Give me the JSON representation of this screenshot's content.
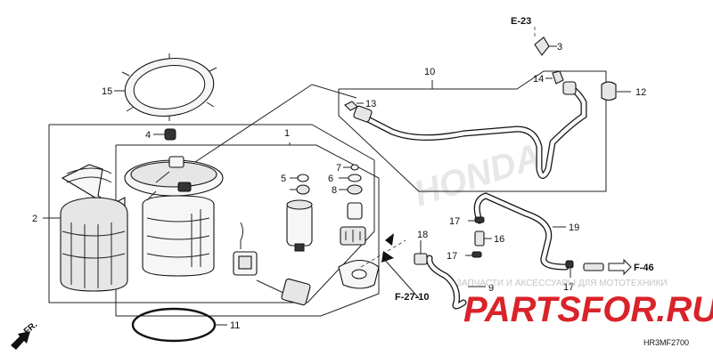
{
  "diagram": {
    "code": "HR3MF2700",
    "front_label": "FR.",
    "refs": {
      "e23": "E-23",
      "f46": "F-46",
      "f2710": "F-27-10"
    },
    "callouts": {
      "n1": "1",
      "n2": "2",
      "n3": "3",
      "n4": "4",
      "n5": "5",
      "n6": "6",
      "n7": "7",
      "n8": "8",
      "n9": "9",
      "n10": "10",
      "n11": "11",
      "n12": "12",
      "n13": "13",
      "n14": "14",
      "n15": "15",
      "n16": "16",
      "n17a": "17",
      "n17b": "17",
      "n17c": "17",
      "n18": "18",
      "n19": "19"
    }
  },
  "watermark": {
    "caption": "ЗАПЧАСТИ И АКСЕССУАРЫ ДЛЯ МОТОТЕХНИКИ",
    "logo": "PARTSFOR.RU"
  }
}
